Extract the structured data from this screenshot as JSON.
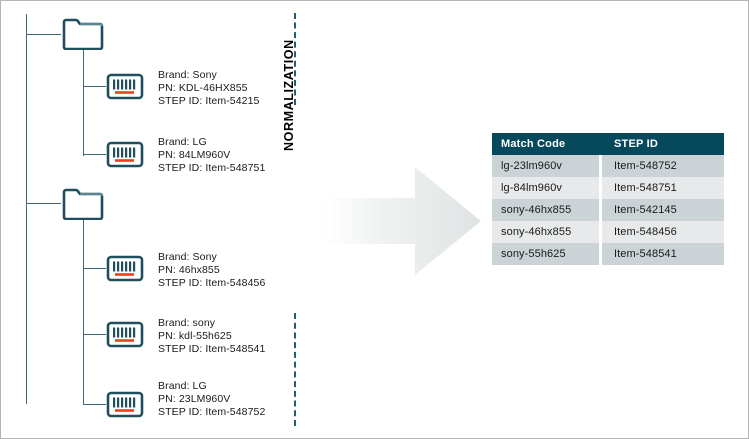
{
  "diagram": {
    "process_label": "NORMALIZATION",
    "arrow": {
      "name": "normalization-arrow",
      "direction": "right"
    },
    "colors": {
      "tree_line": "#3d6b75",
      "icon_outline": "#1f4e5f",
      "icon_accent": "#e8411c",
      "dashed_divider": "#1f5f70",
      "table_header_bg": "#06495c",
      "table_row_odd": "#ccd3d6",
      "table_row_even": "#e7e9ea",
      "canvas_border": "#b4b4b4"
    }
  },
  "tree": {
    "root_icon": "tree-root-connector",
    "folders": [
      {
        "name": "folder-group-1",
        "icon": "folder-icon"
      },
      {
        "name": "folder-group-2",
        "icon": "folder-icon"
      }
    ],
    "items": [
      {
        "icon": "barcode-icon",
        "brand": "Brand: Sony",
        "pn": "PN: KDL-46HX855",
        "step_id": "STEP ID: Item-54215"
      },
      {
        "icon": "barcode-icon",
        "brand": "Brand: LG",
        "pn": "PN: 84LM960V",
        "step_id": "STEP ID: Item-548751"
      },
      {
        "icon": "barcode-icon",
        "brand": "Brand: Sony",
        "pn": "PN: 46hx855",
        "step_id": "STEP ID: Item-548456"
      },
      {
        "icon": "barcode-icon",
        "brand": "Brand: sony",
        "pn": "PN: kdl-55h625",
        "step_id": "STEP ID: Item-548541"
      },
      {
        "icon": "barcode-icon",
        "brand": "Brand: LG",
        "pn": "PN: 23LM960V",
        "step_id": "STEP ID: Item-548752"
      }
    ]
  },
  "table": {
    "name": "match-code-table",
    "columns": [
      "Match Code",
      "STEP ID"
    ],
    "rows": [
      [
        "lg-23lm960v",
        "Item-548752"
      ],
      [
        "lg-84lm960v",
        "Item-548751"
      ],
      [
        "sony-46hx855",
        "Item-542145"
      ],
      [
        "sony-46hx855",
        "Item-548456"
      ],
      [
        "sony-55h625",
        "Item-548541"
      ]
    ]
  }
}
